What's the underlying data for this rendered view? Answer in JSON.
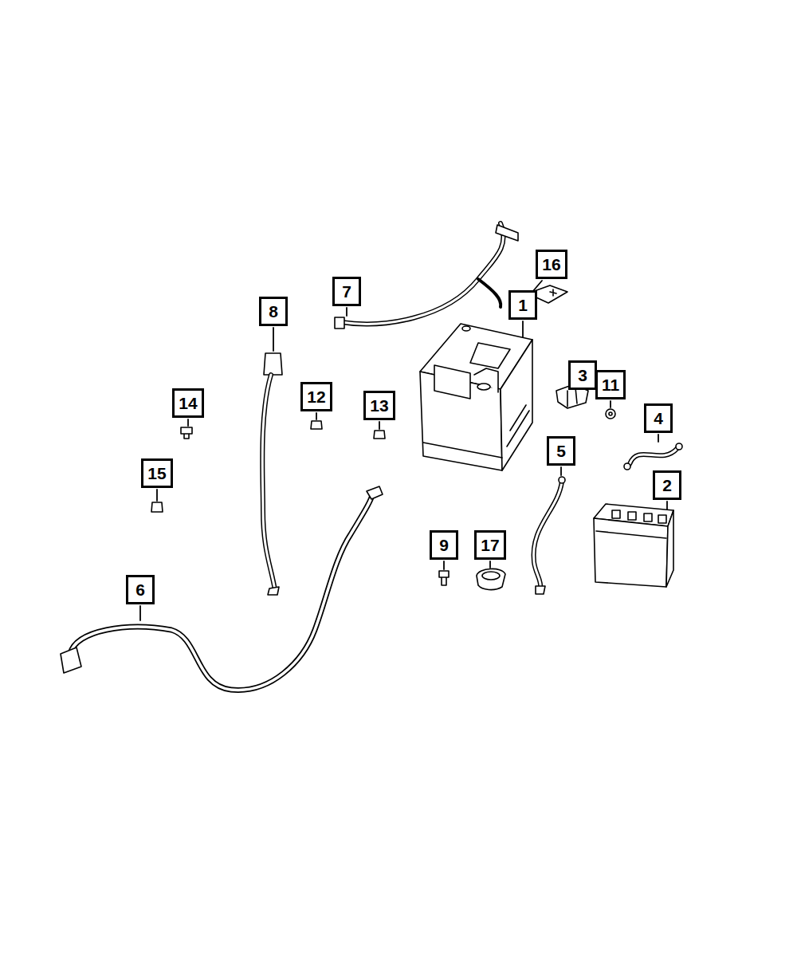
{
  "diagram": {
    "nodes": [
      {
        "text": [
          "16"
        ]
      },
      {
        "text": [
          "7"
        ]
      },
      {
        "text": [
          "1"
        ]
      },
      {
        "text": [
          "8"
        ]
      },
      {
        "text": [
          "3"
        ]
      },
      {
        "text": [
          "11"
        ]
      },
      {
        "text": [
          "14"
        ]
      },
      {
        "text": [
          "12"
        ]
      },
      {
        "text": [
          "13"
        ]
      },
      {
        "text": [
          "4"
        ]
      },
      {
        "text": [
          "5"
        ]
      },
      {
        "text": [
          "15"
        ]
      },
      {
        "text": [
          "2"
        ]
      },
      {
        "text": [
          "9"
        ]
      },
      {
        "text": [
          "17"
        ]
      },
      {
        "text": [
          "6"
        ]
      }
    ]
  }
}
